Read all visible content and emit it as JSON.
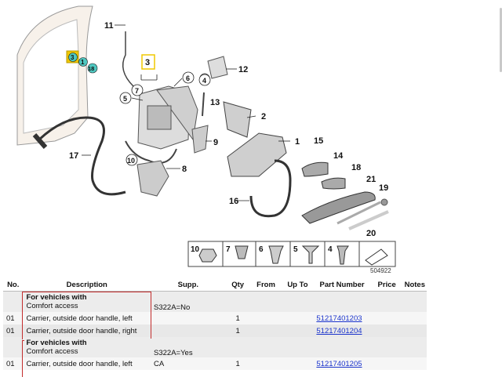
{
  "diagram": {
    "callouts": [
      "1",
      "2",
      "3",
      "4",
      "5",
      "6",
      "7",
      "8",
      "9",
      "10",
      "11",
      "12",
      "13",
      "14",
      "15",
      "16",
      "17",
      "18",
      "19",
      "20",
      "21"
    ],
    "highlight_callouts": [
      "3",
      "1",
      "18"
    ],
    "image_number": "504922",
    "legend": [
      "10",
      "7",
      "6",
      "5",
      "4"
    ]
  },
  "table": {
    "headers": {
      "no": "No.",
      "description": "Description",
      "supp": "Supp.",
      "qty": "Qty",
      "from": "From",
      "upto": "Up To",
      "partno": "Part Number",
      "price": "Price",
      "notes": "Notes"
    },
    "section1": {
      "title": "For vehicles with",
      "subtitle": "Comfort access",
      "supp": "S322A=No"
    },
    "row1": {
      "no": "01",
      "description": "Carrier, outside door handle, left",
      "supp": "",
      "qty": "1",
      "partno": "51217401203"
    },
    "row2": {
      "no": "01",
      "description": "Carrier, outside door handle, right",
      "supp": "",
      "qty": "1",
      "partno": "51217401204"
    },
    "section2": {
      "title": "For vehicles with",
      "subtitle": "Comfort access",
      "supp": "S322A=Yes"
    },
    "row3": {
      "no": "01",
      "description": "Carrier, outside door handle, left",
      "supp": "CA",
      "qty": "1",
      "partno": "51217401205"
    }
  }
}
